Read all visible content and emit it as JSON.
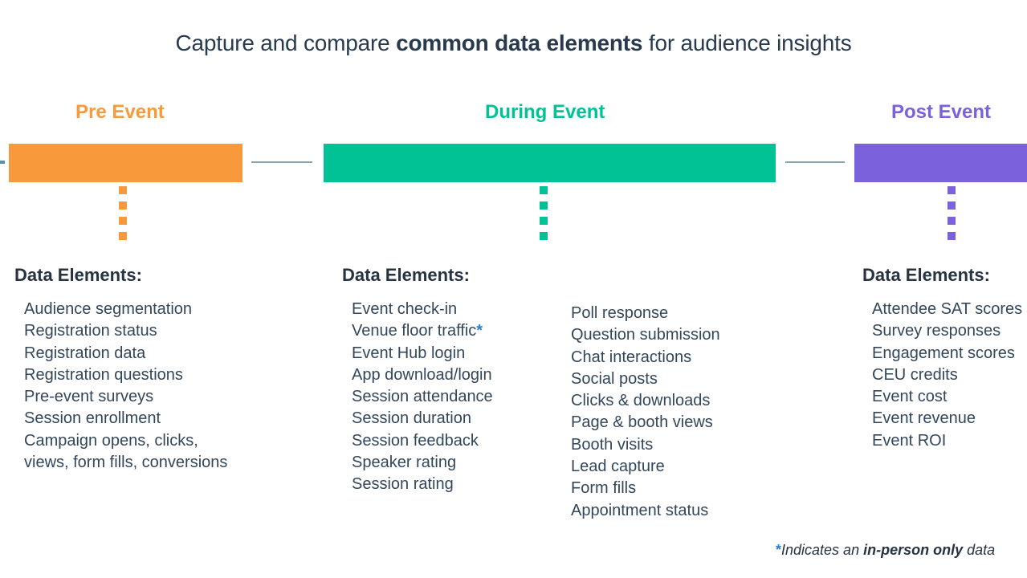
{
  "slide": {
    "title_prefix": "Capture and compare ",
    "title_bold": "common data elements",
    "title_suffix": " for audience insights"
  },
  "colors": {
    "pre_event": "#F89A3C",
    "during_event": "#00C295",
    "post_event": "#7B61DC",
    "text_dark": "#253342",
    "asterisk_blue": "#2a7dd1",
    "connector": "#8aa4ad"
  },
  "phases": [
    {
      "key": "pre",
      "label": "Pre Event"
    },
    {
      "key": "during",
      "label": "During Event"
    },
    {
      "key": "post",
      "label": "Post  Event"
    }
  ],
  "columns": {
    "pre": {
      "heading": "Data Elements:",
      "items": [
        "Audience segmentation",
        "Registration status",
        "Registration data",
        "Registration questions",
        "Pre-event surveys",
        "Session enrollment",
        "Campaign opens, clicks,",
        "views, form fills, conversions"
      ]
    },
    "during_left": {
      "heading": "Data Elements:",
      "items": [
        "Event check-in",
        "Venue floor traffic",
        "Event Hub login",
        "App download/login",
        "Session attendance",
        "Session duration",
        "Session feedback",
        "Speaker rating",
        "Session rating"
      ],
      "asterisk_item_index": 1,
      "asterisk_symbol": "*"
    },
    "during_right": {
      "items": [
        "Poll response",
        "Question submission",
        "Chat interactions",
        "Social posts",
        "Clicks & downloads",
        "Page & booth views",
        "Booth visits",
        "Lead capture",
        "Form fills",
        "Appointment status"
      ]
    },
    "post": {
      "heading": "Data Elements:",
      "items": [
        "Attendee SAT scores",
        "Survey responses",
        "Engagement scores",
        "CEU credits",
        "Event cost",
        "Event revenue",
        "Event ROI"
      ]
    }
  },
  "footnote": {
    "star": "*",
    "prefix": "Indicates an ",
    "bold": "in-person only",
    "suffix": " data"
  }
}
